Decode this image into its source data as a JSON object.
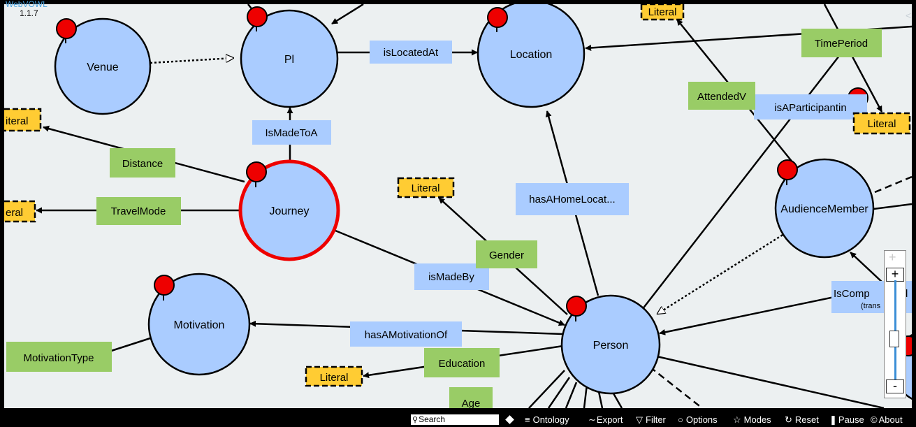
{
  "app": {
    "name": "WebVOWL",
    "version": "1.1.7"
  },
  "graph": {
    "nodes": {
      "venue": "Venue",
      "pl": "Pl",
      "location": "Location",
      "journey": "Journey",
      "person": "Person",
      "motivation": "Motivation",
      "audience_member": "AudienceMember"
    },
    "properties": {
      "is_located_at": "isLocatedAt",
      "is_made_to_a": "IsMadeToA",
      "distance": "Distance",
      "travel_mode": "TravelMode",
      "has_a_home_location": "hasAHomeLocat...",
      "gender": "Gender",
      "is_made_by": "isMadeBy",
      "has_a_motivation_of": "hasAMotivationOf",
      "education": "Education",
      "age": "Age",
      "motivation_type": "MotivationType",
      "time_period": "TimePeriod",
      "attended_v": "AttendedV",
      "is_a_participant_in": "isAParticipantin",
      "is_comp": "IsComp",
      "is_comp_suffix": "d",
      "is_comp_sub": "(trans"
    },
    "literals": {
      "top_center": "Literal",
      "left_top": "iteral",
      "left_mid": "eral",
      "mid": "Literal",
      "right": "Literal",
      "bottom": "Literal"
    }
  },
  "zoom": {
    "plus": "+",
    "minus": "-",
    "ghost_plus": "+"
  },
  "bottom_bar": {
    "search_placeholder": "Search",
    "ontology": "Ontology",
    "export": "Export",
    "filter": "Filter",
    "options": "Options",
    "modes": "Modes",
    "reset": "Reset",
    "pause": "Pause",
    "about": "About"
  },
  "colors": {
    "class_fill": "#aaccff",
    "datatype_fill": "#ffcc33",
    "object_property": "#aaccff",
    "datatype_property": "#99cc66",
    "pin": "#ee0000",
    "selected_stroke": "#ee0000",
    "canvas": "#ecf0f1"
  }
}
